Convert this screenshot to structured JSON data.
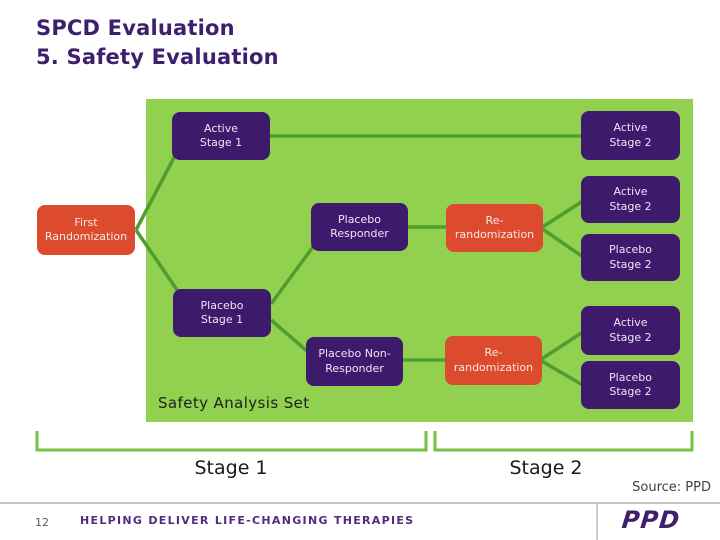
{
  "title": {
    "line1": "SPCD Evaluation",
    "line2": "5. Safety Evaluation"
  },
  "diagram": {
    "first_randomization": "First\nRandomization",
    "active_stage1": "Active\nStage 1",
    "placebo_stage1": "Placebo\nStage 1",
    "placebo_responder": "Placebo\nResponder",
    "placebo_non_responder": "Placebo Non-\nResponder",
    "re_randomization_1": "Re-\nrandomization",
    "re_randomization_2": "Re-\nrandomization",
    "active_stage2_1": "Active\nStage 2",
    "active_stage2_2": "Active\nStage 2",
    "placebo_stage2_1": "Placebo\nStage 2",
    "active_stage2_3": "Active\nStage 2",
    "placebo_stage2_2": "Placebo\nStage 2",
    "safety_label": "Safety Analysis Set"
  },
  "stages": {
    "stage1": "Stage 1",
    "stage2": "Stage 2"
  },
  "source": "Source: PPD",
  "footer": {
    "page_number": "12",
    "tagline": "HELPING DELIVER LIFE-CHANGING THERAPIES",
    "logo_text": "PPD"
  },
  "colors": {
    "panel_green": "#92d050",
    "connector_green": "#4f9d2e",
    "bracket_green": "#76c043",
    "box_purple": "#3e1a6d",
    "box_orange": "#dc4b2e",
    "title_purple": "#3d1f6d",
    "footer_purple": "#4f2d7f"
  }
}
